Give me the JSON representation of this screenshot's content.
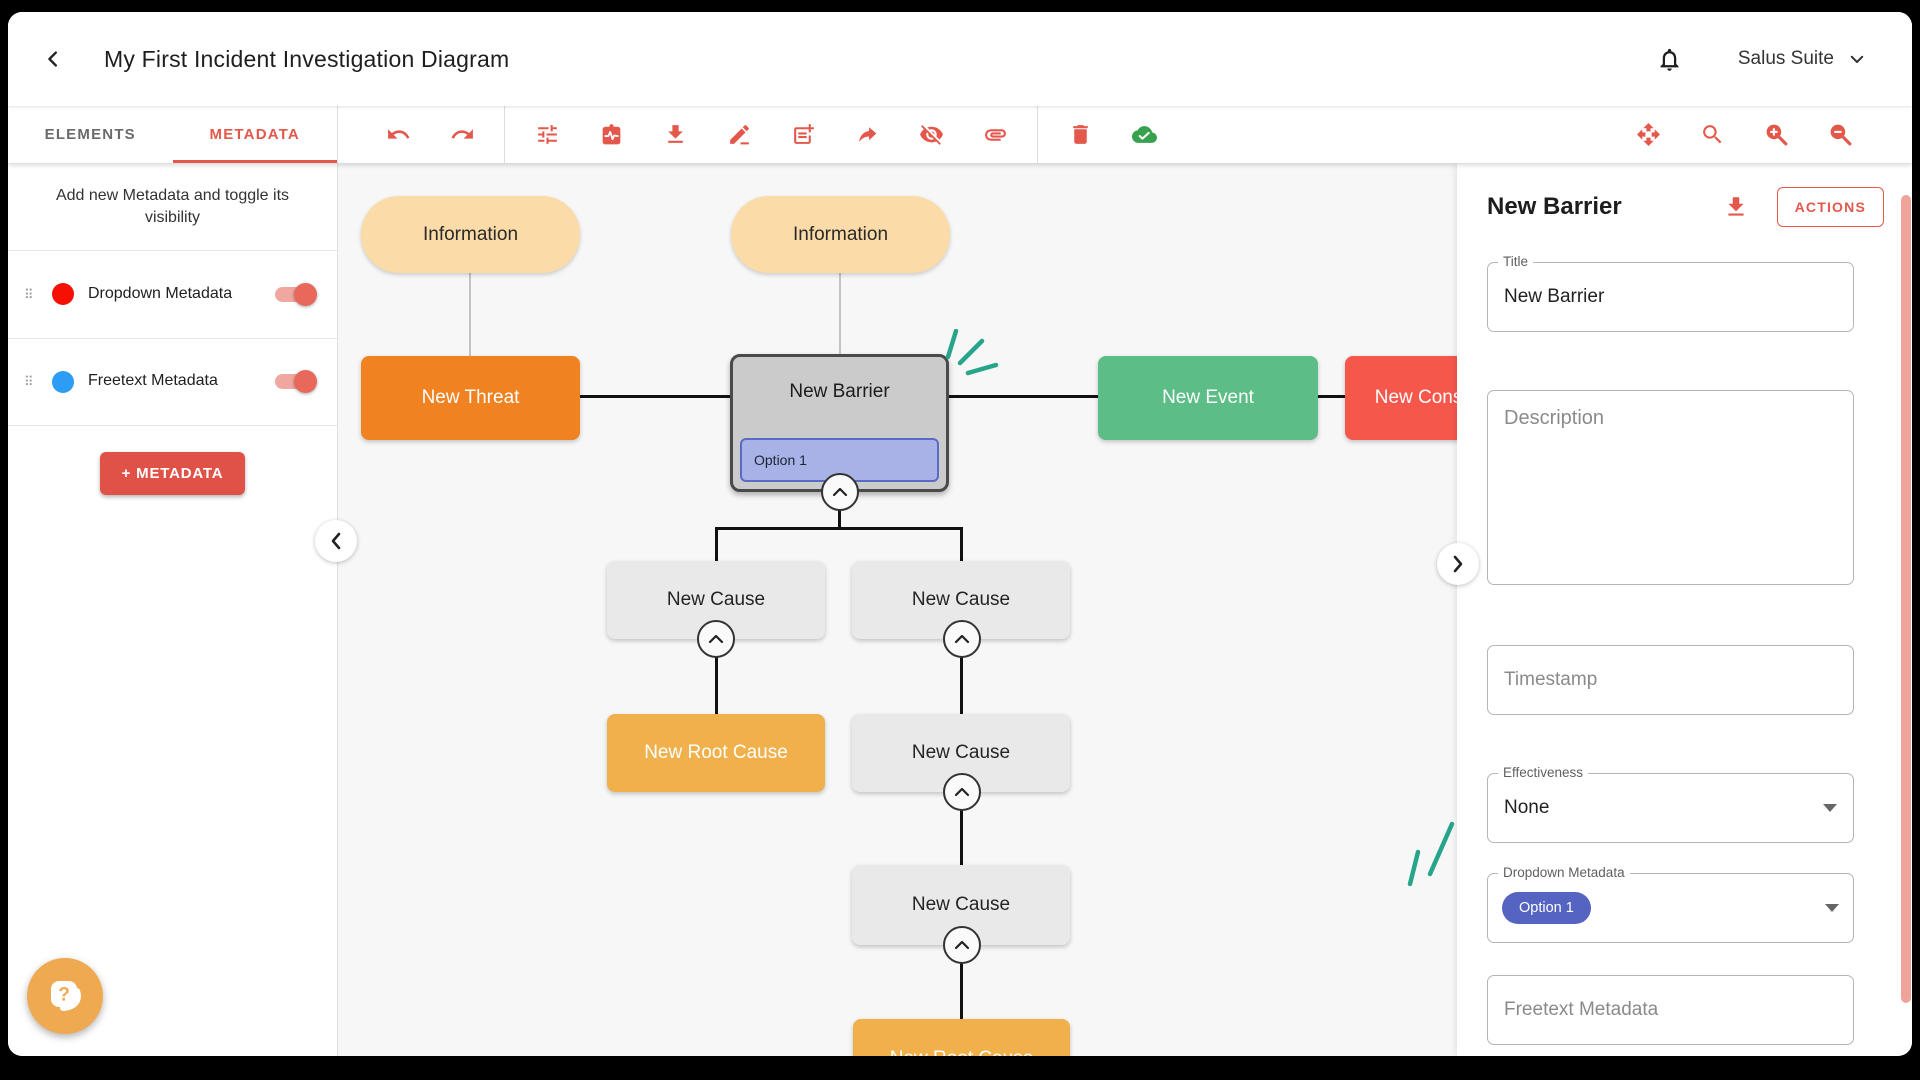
{
  "header": {
    "title": "My First Incident Investigation Diagram",
    "account_label": "Salus Suite"
  },
  "sidebar": {
    "tabs": [
      {
        "label": "ELEMENTS"
      },
      {
        "label": "METADATA"
      }
    ],
    "active_tab": "METADATA",
    "hint": "Add new Metadata and toggle its visibility",
    "items": [
      {
        "label": "Dropdown Metadata",
        "dot_color": "#f61003",
        "enabled": true
      },
      {
        "label": "Freetext Metadata",
        "dot_color": "#2d9cf4",
        "enabled": true
      }
    ],
    "add_button_label": "+ METADATA"
  },
  "toolbar": {
    "left_icons": [
      "undo",
      "redo",
      "tune",
      "diagram-health",
      "download",
      "edit",
      "add-node",
      "share",
      "hide-visibility",
      "attachment",
      "delete",
      "cloud-saved"
    ],
    "right_icons": [
      "pan",
      "search",
      "zoom-in",
      "zoom-out"
    ]
  },
  "canvas": {
    "nodes": {
      "information_left": "Information",
      "information_right": "Information",
      "threat": "New Threat",
      "barrier": "New Barrier",
      "barrier_option": "Option 1",
      "event": "New Event",
      "consequence": "New Consequence",
      "cause_left": "New Cause",
      "cause_right": "New Cause",
      "cause_mid": "New Cause",
      "cause_bottom": "New Cause",
      "root_cause_left": "New Root Cause",
      "root_cause_bottom": "New Root Cause"
    }
  },
  "panel": {
    "heading": "New Barrier",
    "actions_label": "ACTIONS",
    "fields": {
      "title": {
        "label": "Title",
        "value": "New Barrier"
      },
      "description": {
        "placeholder": "Description"
      },
      "timestamp": {
        "placeholder": "Timestamp"
      },
      "effectiveness": {
        "label": "Effectiveness",
        "value": "None"
      },
      "dropdown_metadata": {
        "label": "Dropdown Metadata",
        "chip": "Option 1"
      },
      "freetext_metadata": {
        "placeholder": "Freetext Metadata"
      }
    }
  },
  "colors": {
    "accent": "#e4584c",
    "sketch_teal": "#27a58a",
    "chip_indigo": "#5563c1",
    "node_peach": "#fbdba7",
    "node_orange": "#f08222",
    "node_green": "#5cbd86",
    "node_red": "#f5574b",
    "node_amber": "#f0b14d",
    "cloud_green": "#38a14f"
  }
}
